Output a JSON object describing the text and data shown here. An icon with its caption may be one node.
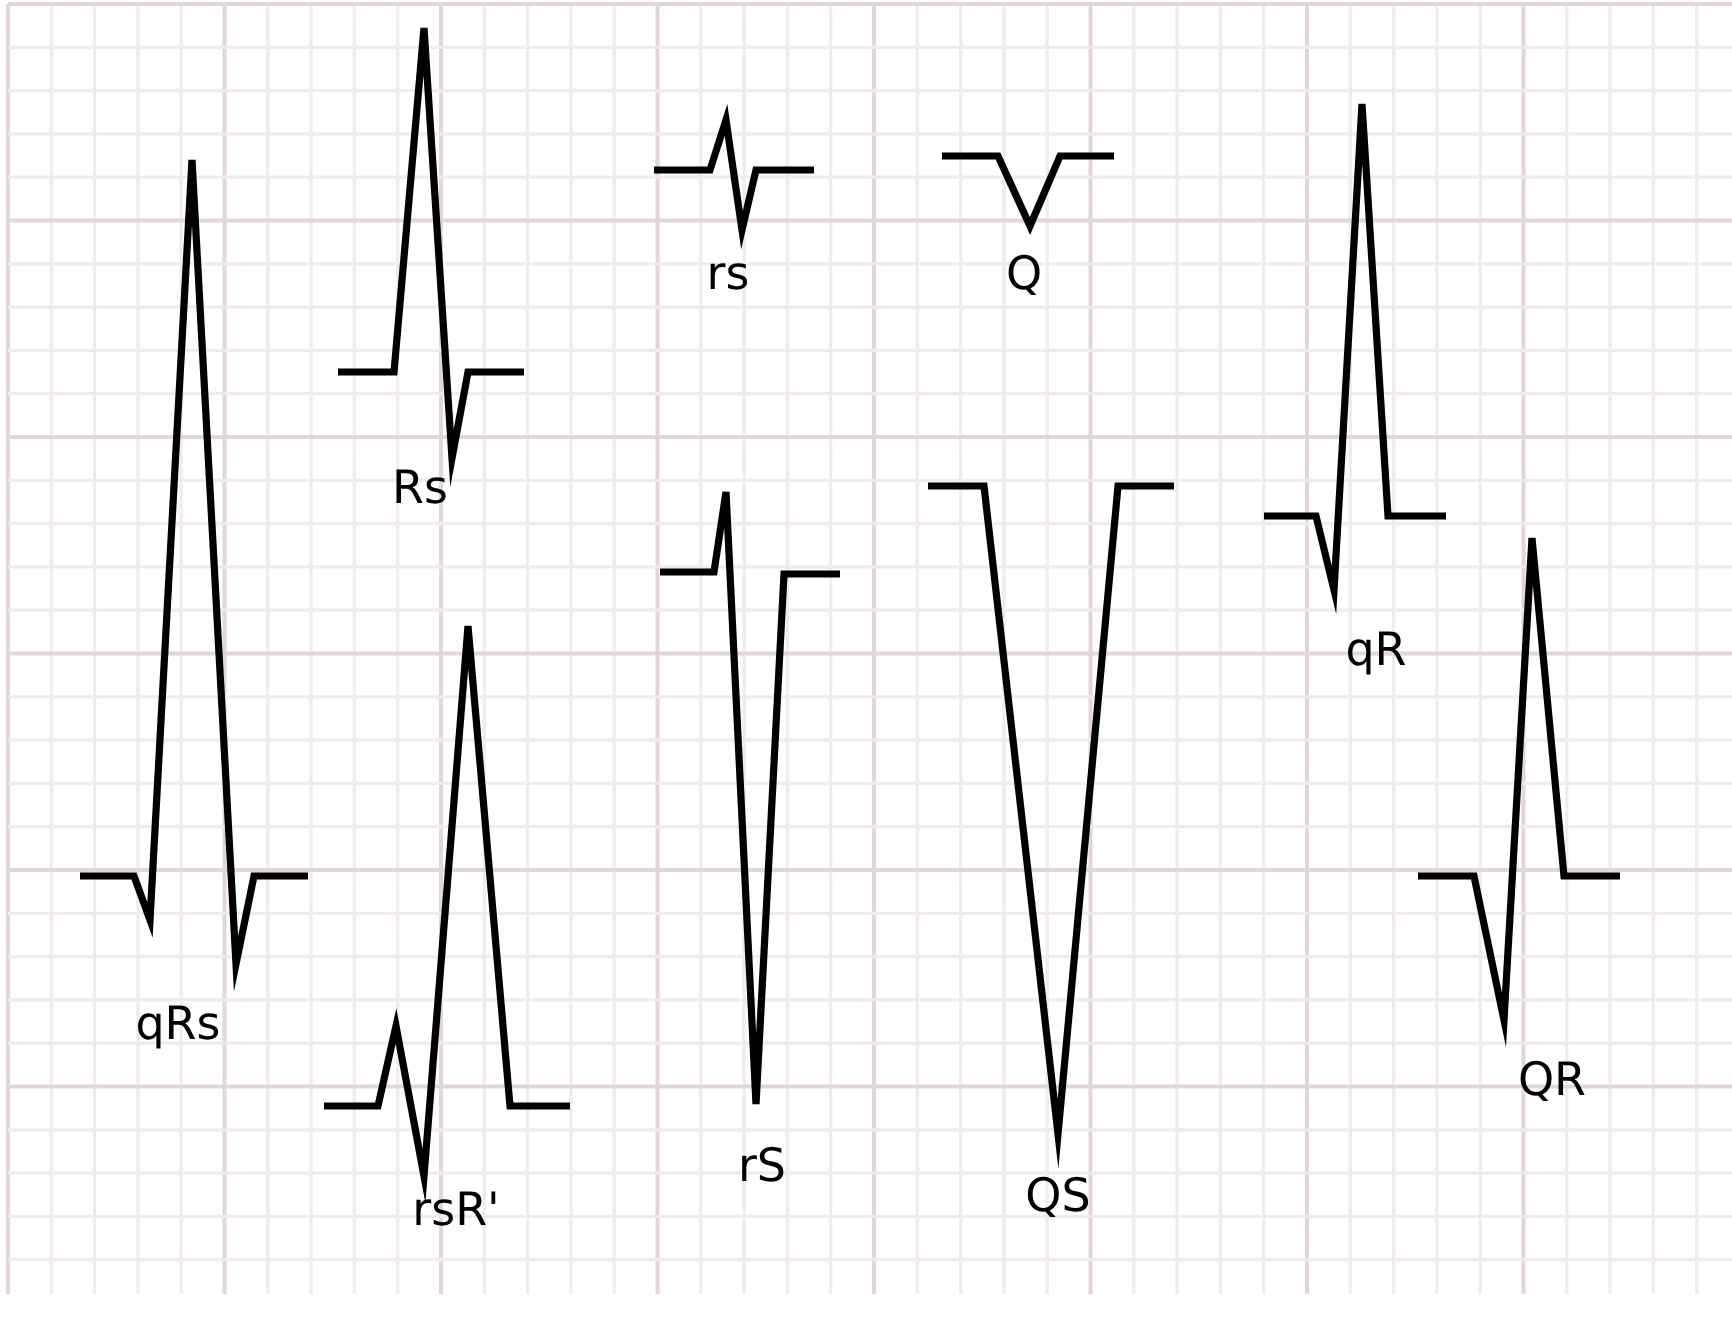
{
  "diagram": {
    "labels": [
      "qRs",
      "Rs",
      "rsR'",
      "rs",
      "rS",
      "Q",
      "QS",
      "qR",
      "QR"
    ]
  }
}
